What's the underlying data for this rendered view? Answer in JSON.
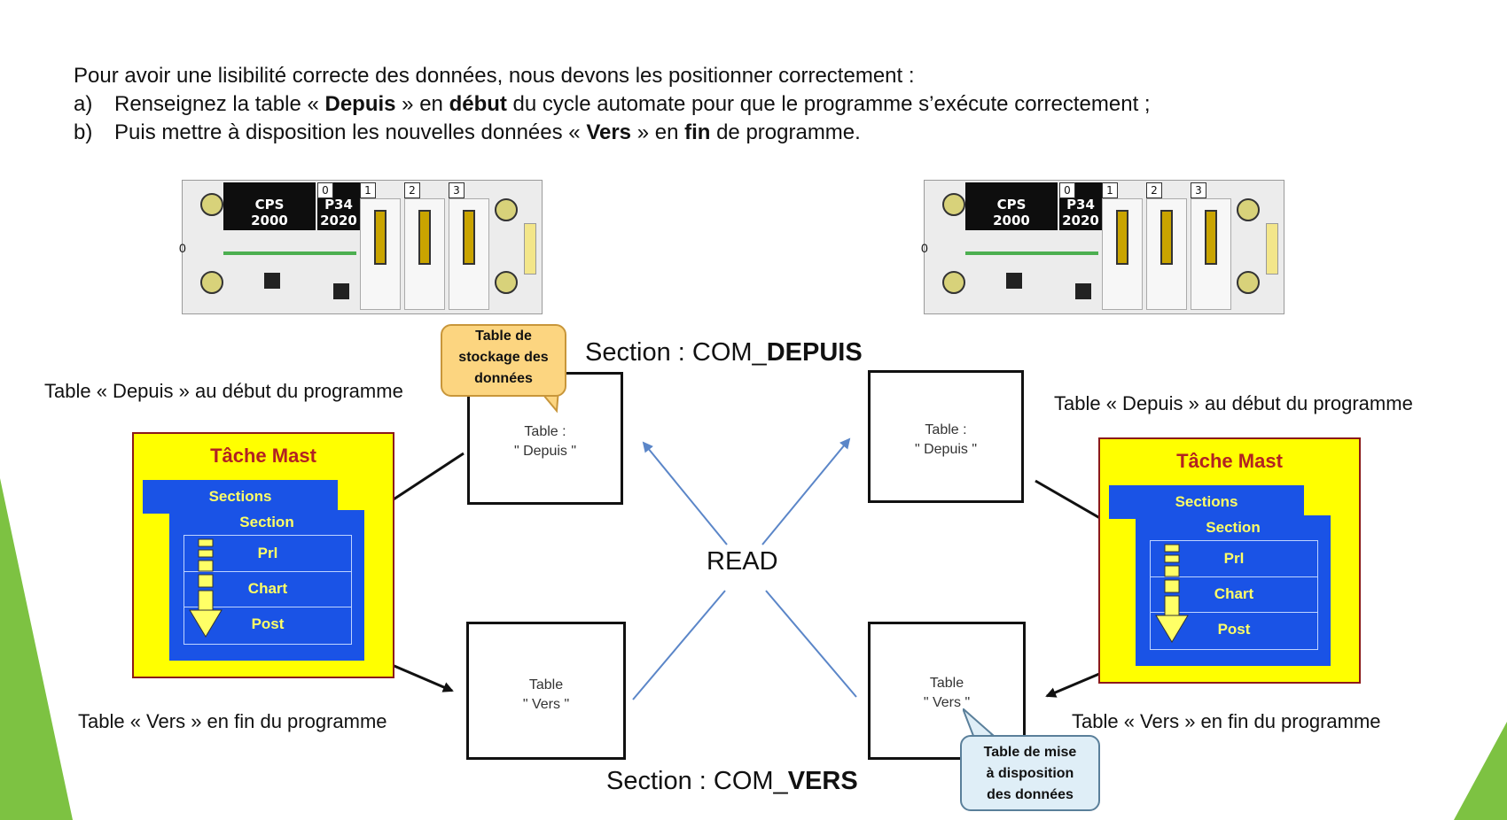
{
  "intro": {
    "line1": "Pour avoir une lisibilité correcte des données, nous devons les positionner correctement :",
    "line2": {
      "idx": "a)",
      "p1": "Renseignez la table « ",
      "b1": "Depuis",
      "p2": " » en ",
      "b2": "début",
      "p3": " du cycle automate pour que le programme s’exécute correctement ;"
    },
    "line3": {
      "idx": "b)",
      "p1": "Puis mettre à disposition les nouvelles données « ",
      "b1": "Vers",
      "p2": " » en ",
      "b2": "fin",
      "p3": " de programme."
    }
  },
  "rack": {
    "cps_l1": "CPS",
    "cps_l2": "2000",
    "p34_l1": "P34",
    "p34_l2": "2020",
    "slots": [
      "0",
      "1",
      "2",
      "3"
    ],
    "side_label": "0"
  },
  "section_depuis": {
    "prefix": "Section : COM_",
    "bold": "DEPUIS"
  },
  "section_vers": {
    "prefix": "Section : COM_",
    "bold": "VERS"
  },
  "read_label": "READ",
  "tables": {
    "depuis_l1": "Table :",
    "depuis_l2": "\" Depuis \"",
    "vers_l1": "Table",
    "vers_l2": "\" Vers \""
  },
  "labels": {
    "left_top": "Table « Depuis » au début du programme",
    "left_bottom": "Table « Vers » en fin du programme",
    "right_top": "Table « Depuis » au début du programme",
    "right_bottom": "Table « Vers » en fin du programme"
  },
  "callouts": {
    "storage": [
      "Table de",
      "stockage des",
      "données"
    ],
    "provision": [
      "Table de mise",
      "à disposition",
      "des données"
    ]
  },
  "mast": {
    "title": "Tâche Mast",
    "sections": "Sections",
    "section": "Section",
    "rows": [
      "Prl",
      "Chart",
      "Post"
    ]
  },
  "colors": {
    "accent_green": "#7dc242",
    "mast_bg": "#ffff00",
    "mast_blue": "#1a53e6",
    "arrow_blue": "#5b86c8"
  }
}
